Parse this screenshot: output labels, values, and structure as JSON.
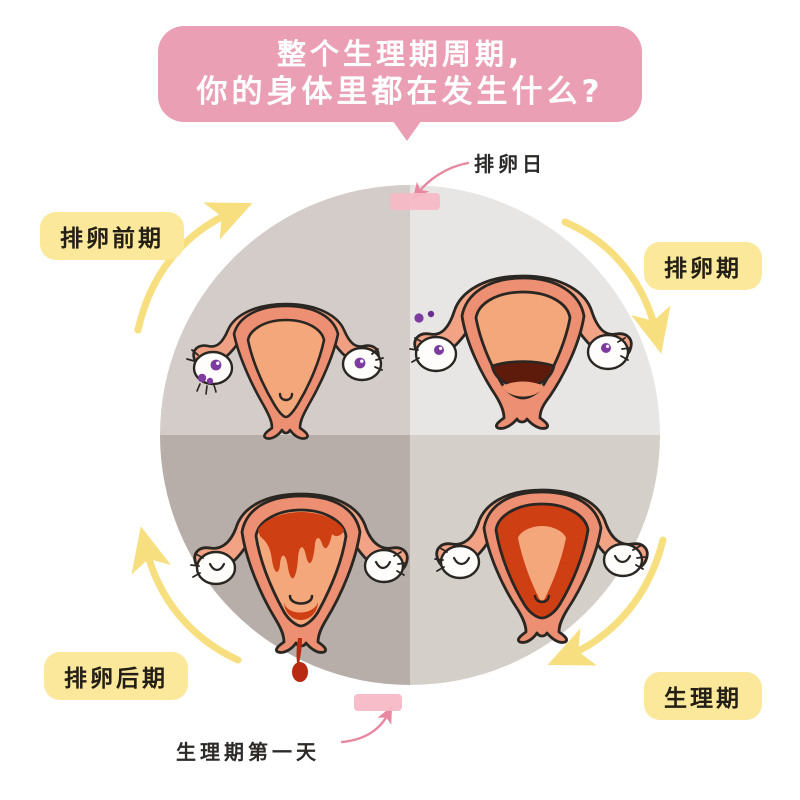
{
  "title": {
    "line1": "整个生理期周期,",
    "line2": "你的身体里都在发生什么?",
    "banner_color": "#eb9fb4",
    "text_color": "#ffffff"
  },
  "phase_labels": [
    {
      "key": "pre-ovulation",
      "label": "排卵前期",
      "position": "top-left",
      "color": "#fbe89a"
    },
    {
      "key": "ovulation",
      "label": "排卵期",
      "position": "top-right",
      "color": "#fbe89a"
    },
    {
      "key": "post-ovulation",
      "label": "排卵后期",
      "position": "bottom-left",
      "color": "#fbe89a"
    },
    {
      "key": "menstruation",
      "label": "生理期",
      "position": "bottom-right",
      "color": "#fbe89a"
    }
  ],
  "annotations": [
    {
      "key": "ovulation-day",
      "text": "排卵日",
      "marker_color": "#f6b9c6",
      "arrow_color": "#e8879f"
    },
    {
      "key": "first-day-period",
      "text": "生理期第一天",
      "marker_color": "#f6b9c6",
      "arrow_color": "#e8879f"
    }
  ],
  "cycle_diagram": {
    "shape": "circle-four-quadrants",
    "rotation": "clockwise",
    "arrow_color": "#f7de7e",
    "quadrants": [
      {
        "key": "pre-ovulation",
        "position": "top-left",
        "background": "#d3ccc8",
        "illustration": "uterus-with-follicle-ovary",
        "expression": "calm-smile",
        "lining": "thin-light"
      },
      {
        "key": "ovulation",
        "position": "top-right",
        "background": "#e8e6e5",
        "illustration": "uterus-releasing-egg",
        "expression": "open-mouth-happy",
        "lining": "medium"
      },
      {
        "key": "post-ovulation",
        "position": "bottom-left",
        "background": "#b7aea9",
        "illustration": "uterus-shedding-lining-bleeding",
        "expression": "sleepy-smile",
        "lining": "shedding-blood-drips"
      },
      {
        "key": "menstruation",
        "position": "bottom-right",
        "background": "#d5cfca",
        "illustration": "uterus-thick-endometrium",
        "expression": "neutral",
        "lining": "thick-dark-red"
      }
    ]
  },
  "palette": {
    "uterus_body": "#ef8b6a",
    "uterus_outer": "#e88f7f",
    "uterus_wall": "#ef9d86",
    "endometrium_dark": "#cf3f14",
    "blood": "#b82b12",
    "ovary_white": "#fefdfb",
    "outline": "#2a2622",
    "follicle_purple": "#7d3ba0"
  }
}
